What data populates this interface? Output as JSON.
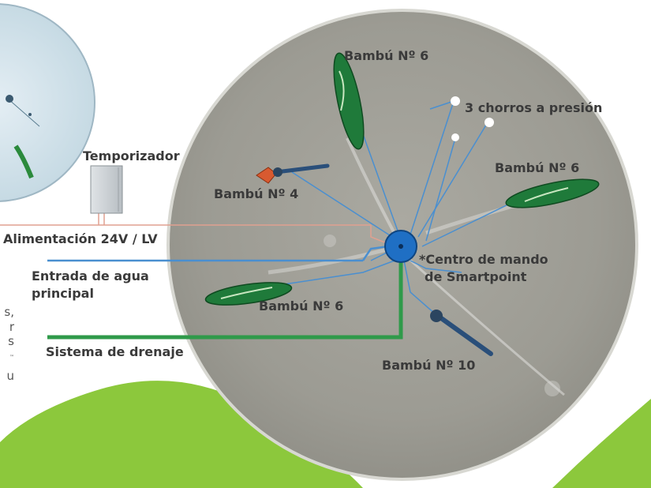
{
  "colors": {
    "plate": "#9c9c94",
    "green_wave": "#8cc83c",
    "water_line": "#4a8fd0",
    "power_line": "#e0a090",
    "drain_line": "#2f9a4a",
    "hub": "#1f6fc4",
    "boat_green": "#1f7a3a",
    "label_text": "#3a3a3a"
  },
  "labels": {
    "timer": "Temporizador",
    "power": "Alimentación 24V / LV",
    "water_in_line1": "Entrada de agua",
    "water_in_line2": "principal",
    "drain": "Sistema de drenaje",
    "bamboo_top": "Bambú Nº 6",
    "jets": "3 chorros a presión",
    "bamboo_right": "Bambú Nº 6",
    "bamboo_4": "Bambú Nº 4",
    "hub_line1": "*Centro de mando",
    "hub_line2": "de Smartpoint",
    "bamboo_left": "Bambú Nº 6",
    "bamboo_10": "Bambú Nº 10"
  },
  "left_fragments": [
    "s,",
    "r",
    "s",
    "™",
    "u"
  ]
}
